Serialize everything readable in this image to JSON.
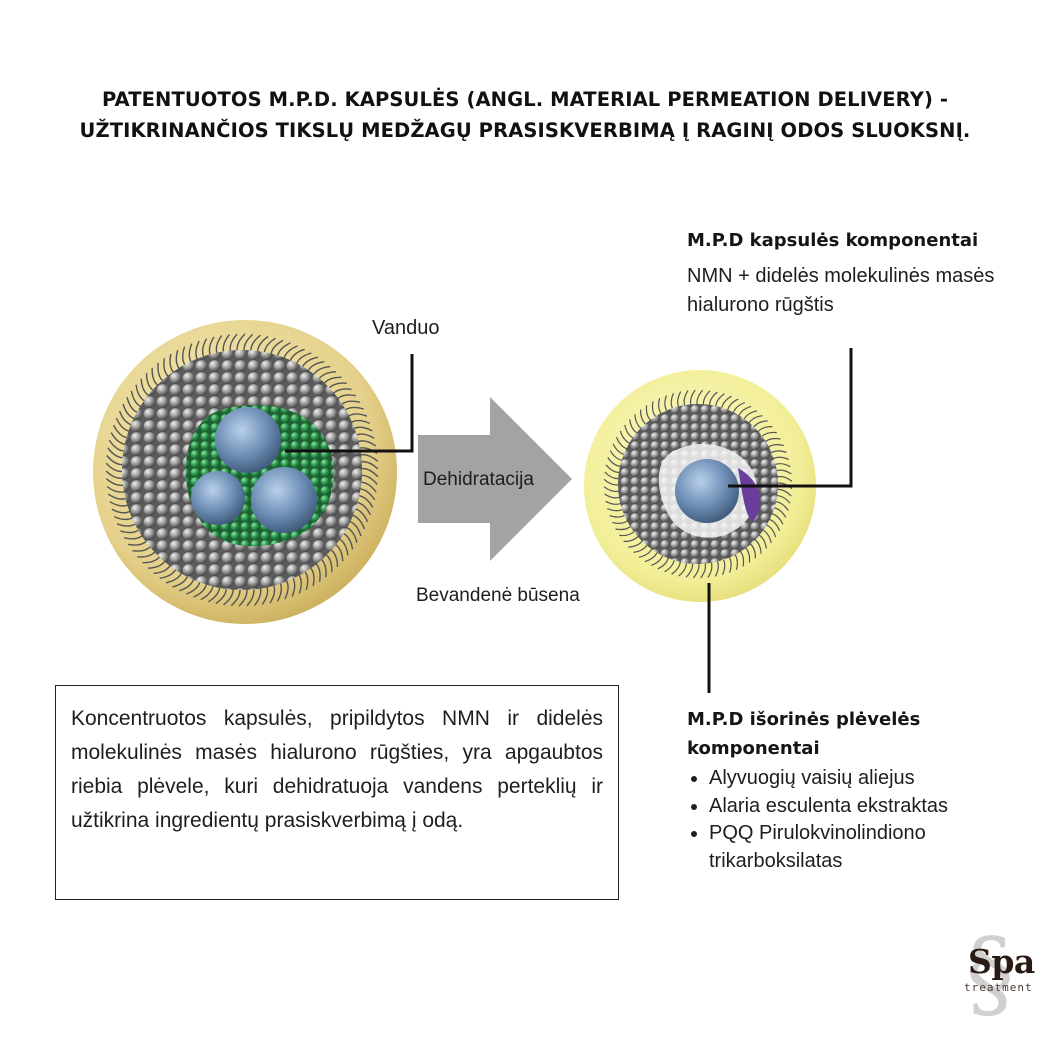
{
  "title": "PATENTUOTOS M.P.D. KAPSULĖS (ANGL. MATERIAL PERMEATION DELIVERY) - UŽTIKRINANČIOS TIKSLŲ MEDŽAGŲ PRASISKVERBIMĄ Į RAGINĮ ODOS SLUOKSNĮ.",
  "diagram": {
    "water_label": "Vanduo",
    "arrow_label": "Dehidratacija",
    "anhydrous_label": "Bevandenė būsena"
  },
  "capsule_components": {
    "heading": "M.P.D kapsulės komponentai",
    "text": "NMN + didelės molekulinės masės hialurono rūgštis"
  },
  "outer_film": {
    "heading": "M.P.D išorinės plėvelės komponentai",
    "items": [
      "Alyvuogių vaisių aliejus",
      "Alaria esculenta ekstraktas",
      "PQQ Pirulokvinolindiono trikarboksilatas"
    ]
  },
  "info_box": {
    "text": "Koncentruotos kapsulės, pripildytos NMN ir didelės molekulinės masės hialurono rūgšties, yra apgaubtos riebia plėvele, kuri dehidratuoja vandens perteklių ir užtikrina ingredientų prasiskverbimą į odą."
  },
  "logo": {
    "brand": "Spa",
    "sub": "treatment"
  },
  "colors": {
    "left_capsule_halo": "#d8c169",
    "right_capsule_halo": "#f0ec90",
    "water_beads": "#2e9a4e",
    "core_spheres": "#6f8fb6",
    "lipid_beads": "#8a8a8a",
    "arrow": "#a3a3a3",
    "lines": "#111111"
  }
}
